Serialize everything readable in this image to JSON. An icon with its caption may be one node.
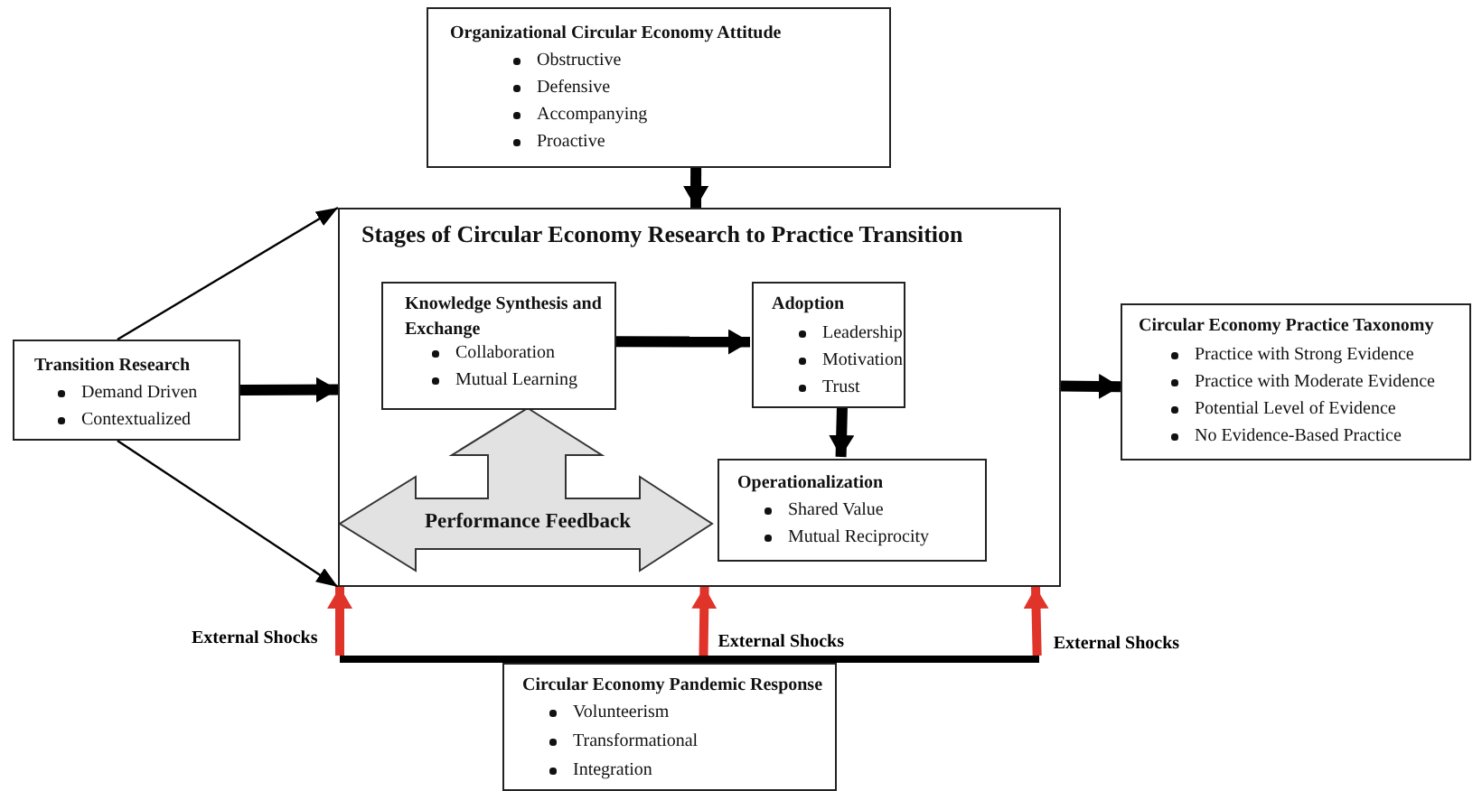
{
  "diagram": {
    "nodes": [
      {
        "text": [
          "Organizational Circular Economy Attitude",
          "Obstructive",
          "Defensive",
          "Accompanying",
          "Proactive"
        ]
      },
      {
        "text": [
          "Stages of Circular Economy Research to Practice Transition"
        ]
      },
      {
        "text": [
          "Knowledge Synthesis and Exchange",
          "Collaboration",
          "Mutual Learning"
        ],
        "in": 1
      },
      {
        "text": [
          "Adoption",
          "Leadership",
          "Motivation",
          "Trust"
        ],
        "in": 1
      },
      {
        "text": [
          "Operationalization",
          "Shared Value",
          "Mutual Reciprocity"
        ],
        "in": 1
      },
      {
        "text": [
          "Transition Research",
          "Demand Driven",
          "Contextualized"
        ]
      },
      {
        "text": [
          "Circular Economy Practice Taxonomy",
          "Practice with Strong Evidence",
          "Practice with Moderate Evidence",
          "Potential Level of Evidence",
          "No Evidence-Based Practice"
        ]
      },
      {
        "text": [
          "Circular Economy Pandemic Response",
          "Volunteerism",
          "Transformational",
          "Integration"
        ]
      },
      {
        "text": [],
        "shape": "bar"
      }
    ],
    "edges": [
      {
        "from": 0,
        "to": 1,
        "arrow": "to"
      },
      {
        "from": 5,
        "to": 1,
        "arrow": "to"
      },
      {
        "from": 5,
        "to": 1,
        "arrow": "to"
      },
      {
        "from": 5,
        "to": 1,
        "arrow": "to"
      },
      {
        "from": 2,
        "to": 3,
        "arrow": "to"
      },
      {
        "from": 3,
        "to": 4,
        "arrow": "to"
      },
      {
        "from": 1,
        "to": 6,
        "arrow": "to"
      },
      {
        "from": 8,
        "to": 1,
        "arrow": "to",
        "color": "#e0342a",
        "label": "External Shocks"
      },
      {
        "from": 8,
        "to": 1,
        "arrow": "to",
        "color": "#e0342a",
        "label": "External Shocks"
      },
      {
        "from": 8,
        "to": 1,
        "arrow": "to",
        "color": "#e0342a",
        "label": "External Shocks"
      },
      {
        "from": 2,
        "to": 4,
        "arrow": "both",
        "color": "#e2e2e2",
        "label": "Performance Feedback"
      },
      {
        "from": 2,
        "to": 1,
        "arrow": "both",
        "color": "#e2e2e2"
      }
    ]
  }
}
